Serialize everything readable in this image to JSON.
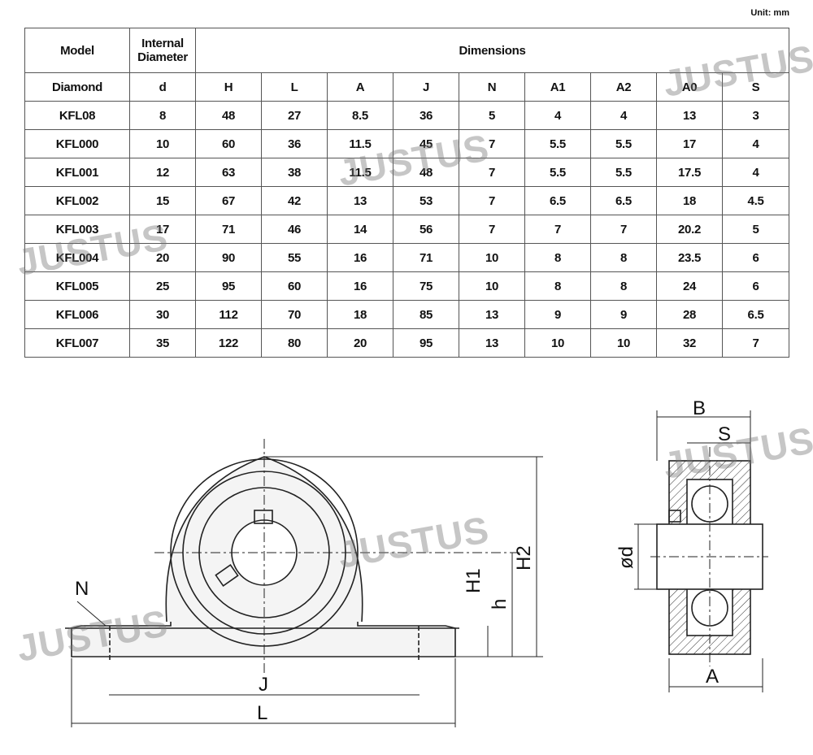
{
  "unit_label": "Unit: mm",
  "watermark": "JUSTUS",
  "table": {
    "header_row1": {
      "model": "Model",
      "internal_diameter": "Internal Diameter",
      "dimensions": "Dimensions"
    },
    "header_row2": [
      "Diamond",
      "d",
      "H",
      "L",
      "A",
      "J",
      "N",
      "A1",
      "A2",
      "A0",
      "S"
    ],
    "rows": [
      [
        "KFL08",
        "8",
        "48",
        "27",
        "8.5",
        "36",
        "5",
        "4",
        "4",
        "13",
        "3"
      ],
      [
        "KFL000",
        "10",
        "60",
        "36",
        "11.5",
        "45",
        "7",
        "5.5",
        "5.5",
        "17",
        "4"
      ],
      [
        "KFL001",
        "12",
        "63",
        "38",
        "11.5",
        "48",
        "7",
        "5.5",
        "5.5",
        "17.5",
        "4"
      ],
      [
        "KFL002",
        "15",
        "67",
        "42",
        "13",
        "53",
        "7",
        "6.5",
        "6.5",
        "18",
        "4.5"
      ],
      [
        "KFL003",
        "17",
        "71",
        "46",
        "14",
        "56",
        "7",
        "7",
        "7",
        "20.2",
        "5"
      ],
      [
        "KFL004",
        "20",
        "90",
        "55",
        "16",
        "71",
        "10",
        "8",
        "8",
        "23.5",
        "6"
      ],
      [
        "KFL005",
        "25",
        "95",
        "60",
        "16",
        "75",
        "10",
        "8",
        "8",
        "24",
        "6"
      ],
      [
        "KFL006",
        "30",
        "112",
        "70",
        "18",
        "85",
        "13",
        "9",
        "9",
        "28",
        "6.5"
      ],
      [
        "KFL007",
        "35",
        "122",
        "80",
        "20",
        "95",
        "13",
        "10",
        "10",
        "32",
        "7"
      ]
    ]
  },
  "drawing_labels": {
    "N": "N",
    "J": "J",
    "L": "L",
    "H1": "H1",
    "h": "h",
    "H2": "H2",
    "B": "B",
    "S": "S",
    "od": "ød",
    "A": "A"
  }
}
